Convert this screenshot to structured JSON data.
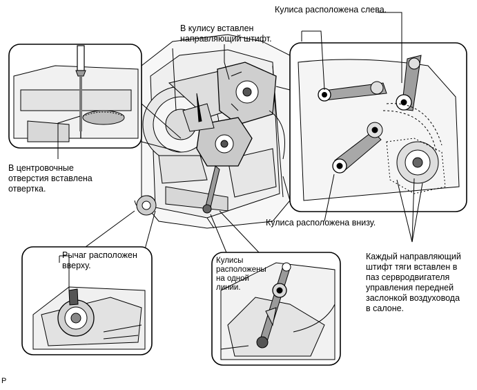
{
  "labels": {
    "screwdriver_note": "В центровочные\nотверстия вставлена\nотвертка.",
    "pin_inserted_note": "В кулису вставлен\nнаправляющий штифт.",
    "link_left_note": "Кулиса расположена слева.",
    "link_bottom_note": "Кулиса расположена внизу.",
    "each_pin_note": "Каждый направляющий\nштифт тяги вставлен в\nпаз сервродвигателя\nуправления передней\nзаслонкой воздуховода\nв салоне.",
    "lever_up_note": "Рычаг расположен\nвверху.",
    "links_in_line_note": "Кулисы\nрасположены\nна одной\nлинии.",
    "page_marker": "P"
  },
  "colors": {
    "line": "#000000",
    "fill_light": "#f2f2f2",
    "fill_mid": "#d9d9d9",
    "fill_dark": "#8c8c8c",
    "background": "#ffffff"
  }
}
